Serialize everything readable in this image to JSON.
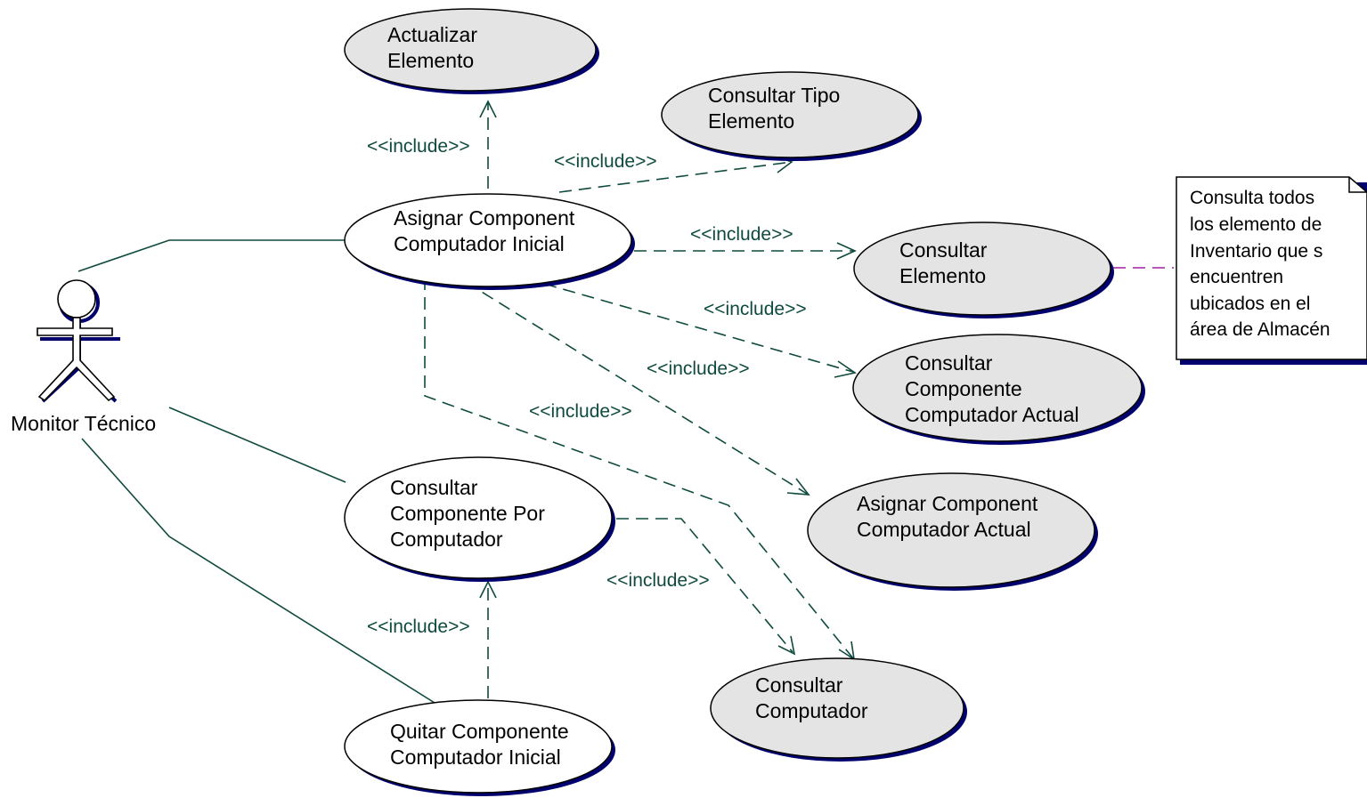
{
  "colors": {
    "shadow": "#00006e",
    "ellipse_fill_included": "#e4e4e4",
    "ellipse_fill_main": "#ffffff",
    "association_line": "#0f4a3e",
    "include_line": "#0f4a3e",
    "note_link": "#a020a0"
  },
  "actor": {
    "name": "Monitor Técnico"
  },
  "use_cases": {
    "actualizar_elemento": [
      "Actualizar",
      "Elemento"
    ],
    "consultar_tipo_elemento": [
      "Consultar Tipo",
      "Elemento"
    ],
    "asignar_componente_inicial": [
      "Asignar Component",
      "Computador Inicial"
    ],
    "consultar_elemento": [
      "Consultar",
      "Elemento"
    ],
    "consultar_componente_actual": [
      "Consultar",
      "Componente",
      "Computador Actual"
    ],
    "asignar_componente_actual": [
      "Asignar Component",
      "Computador Actual"
    ],
    "consultar_componente_por_computador": [
      "Consultar",
      "Componente Por",
      "Computador"
    ],
    "consultar_computador": [
      "Consultar",
      "Computador"
    ],
    "quitar_componente_inicial": [
      "Quitar Componente",
      "Computador Inicial"
    ]
  },
  "include_label": "<<include>>",
  "note": {
    "lines": [
      "Consulta todos",
      "los elemento de",
      "Inventario que s",
      "encuentren",
      "ubicados en el",
      "área de Almacén"
    ]
  }
}
